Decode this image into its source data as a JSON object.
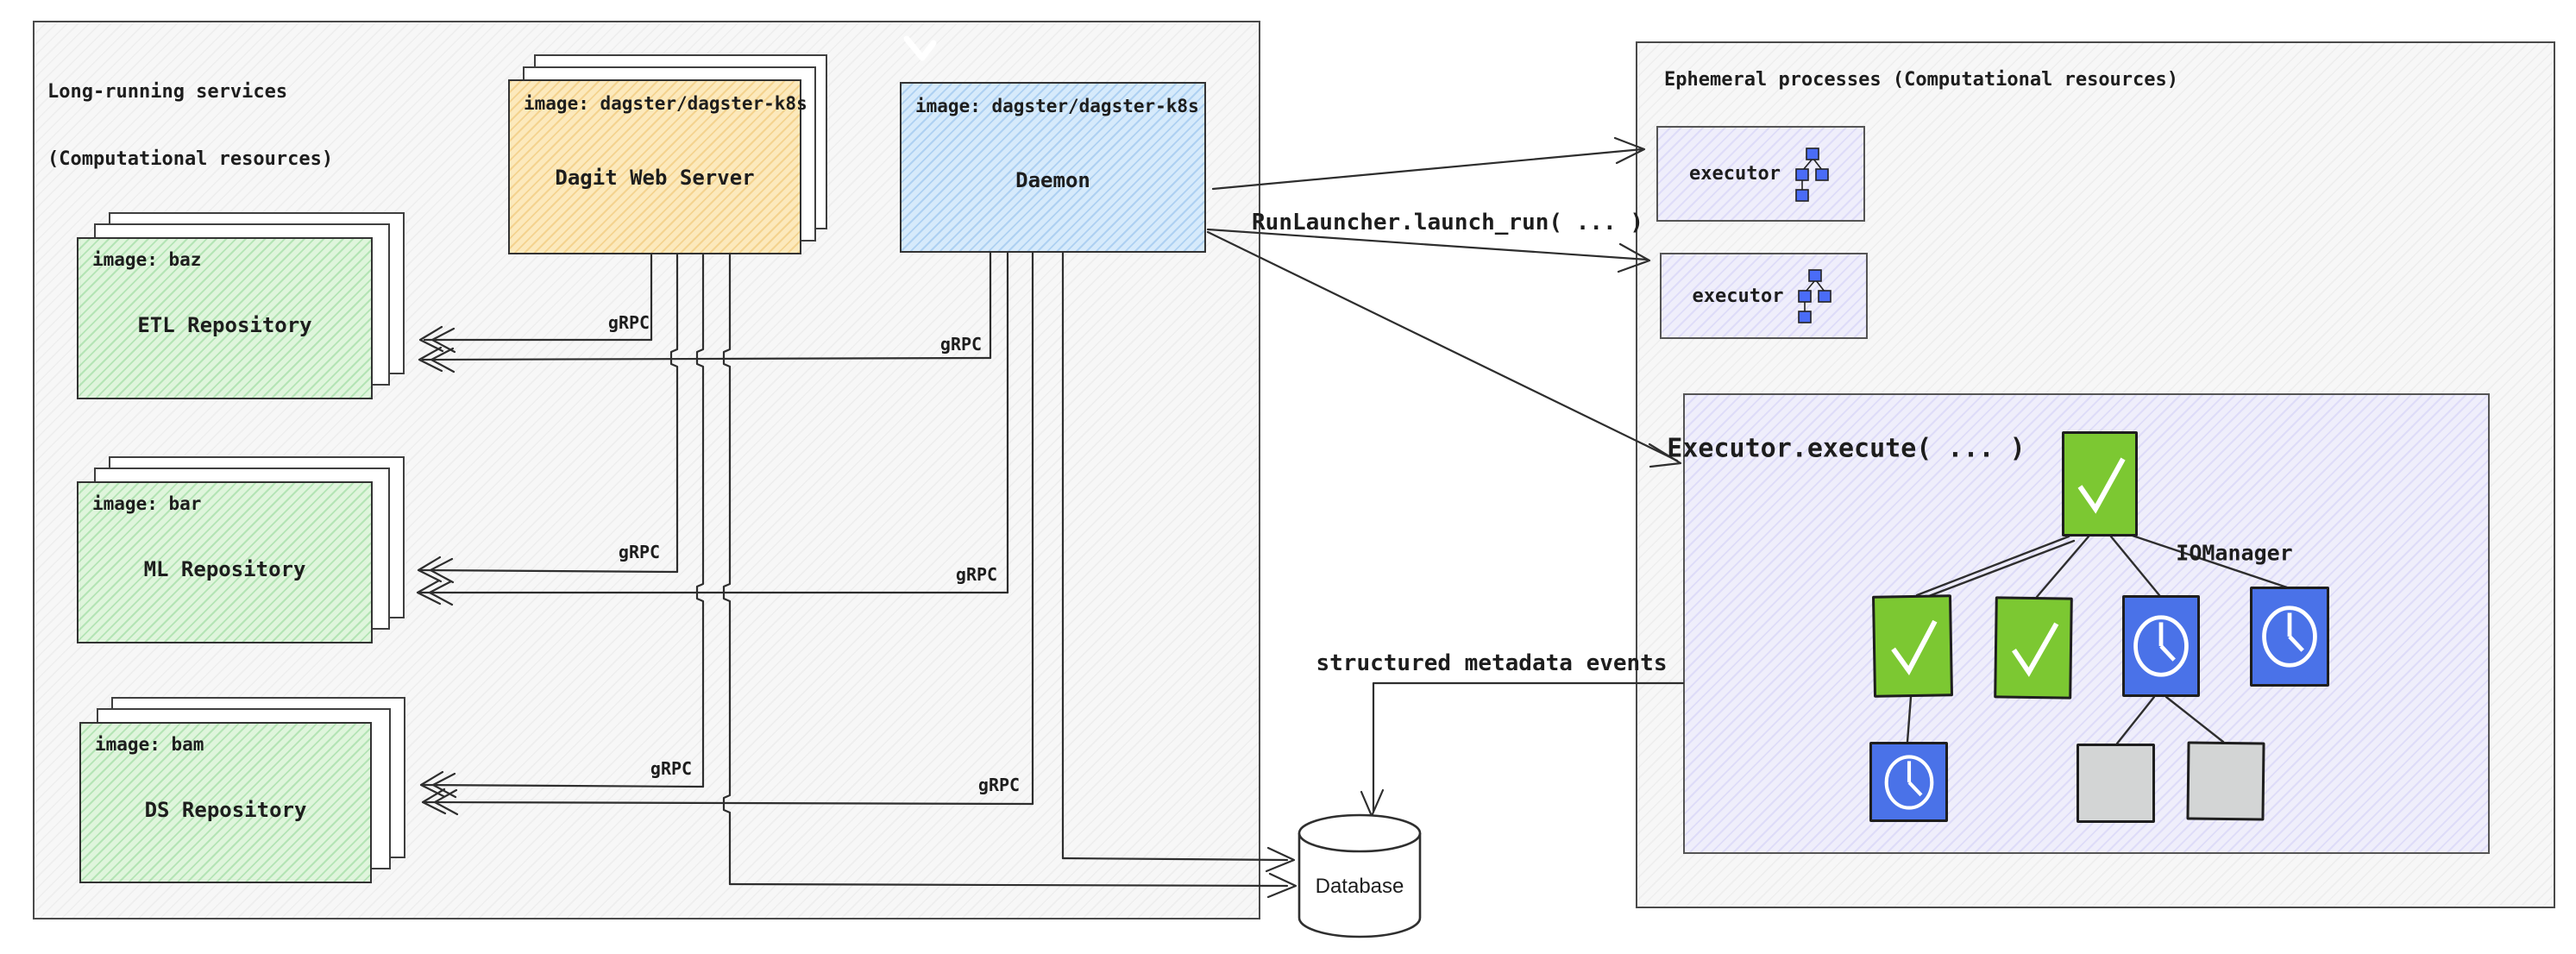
{
  "left_panel": {
    "title_line1": "Long-running services",
    "title_line2": "(Computational resources)"
  },
  "dagit": {
    "image_label": "image: dagster/dagster-k8s",
    "name": "Dagit Web Server"
  },
  "daemon": {
    "image_label": "image: dagster/dagster-k8s",
    "name": "Daemon"
  },
  "repos": {
    "etl": {
      "image_label": "image: baz",
      "name": "ETL Repository"
    },
    "ml": {
      "image_label": "image: bar",
      "name": "ML Repository"
    },
    "ds": {
      "image_label": "image: bam",
      "name": "DS Repository"
    }
  },
  "labels": {
    "grpc": "gRPC",
    "run_launcher": "RunLauncher.launch_run( ... )",
    "metadata_events": "structured metadata events",
    "database": "Database",
    "iomanager": "IOManager",
    "executor": "executor",
    "execute_call": "Executor.execute( ... )"
  },
  "right_panel": {
    "title": "Ephemeral processes (Computational resources)"
  },
  "colors": {
    "dagit_fill": "#fce9bc",
    "daemon_fill": "#d6eafb",
    "repo_fill": "#dff5dc",
    "executor_fill": "#efeefb",
    "node_green": "#7cc832",
    "node_blue": "#4a72e8",
    "node_gray": "#d3d5d5",
    "line_color": "#2e2e2e"
  }
}
